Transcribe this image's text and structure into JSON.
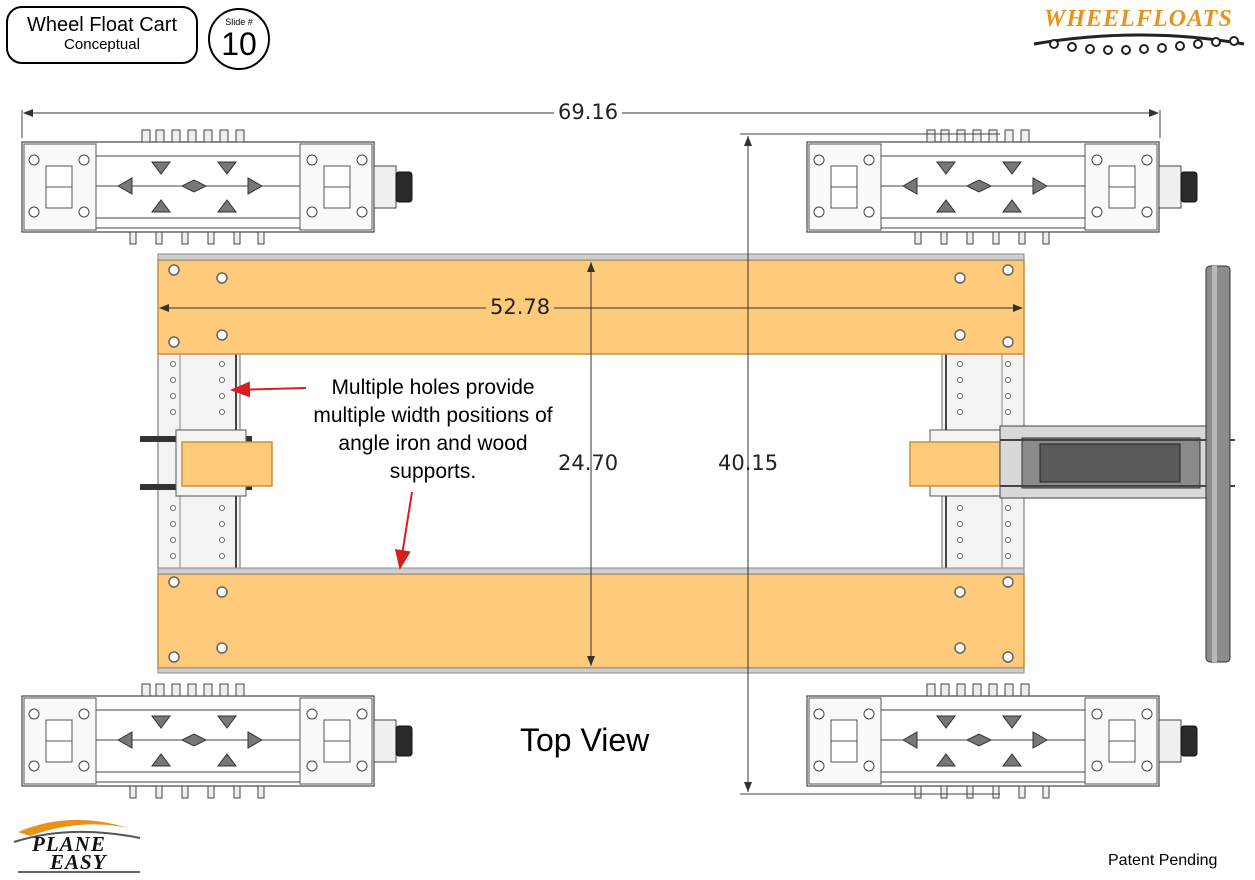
{
  "header": {
    "title": "Wheel Float Cart",
    "subtitle": "Conceptual",
    "slide_label": "Slide #",
    "slide_number": "10"
  },
  "brand": {
    "logo_left": "WHEEL",
    "logo_right": "FLOATS",
    "footer_logo_line1": "PLANE",
    "footer_logo_line2": "EASY"
  },
  "dimensions": {
    "overall_length": "69.16",
    "inner_length": "52.78",
    "inner_width": "24.70",
    "overall_width": "40.15"
  },
  "annotation": {
    "line1": "Multiple holes provide",
    "line2": "multiple width positions of",
    "line3": "angle iron and wood",
    "line4": "supports."
  },
  "view_label": "Top View",
  "footer": {
    "patent": "Patent Pending"
  },
  "colors": {
    "wood": "#FFCB7A",
    "wood_edge": "#C98E3A",
    "steel": "#D9D9D9",
    "arrow_red": "#D91E1E",
    "logo_orange": "#E8921A"
  }
}
